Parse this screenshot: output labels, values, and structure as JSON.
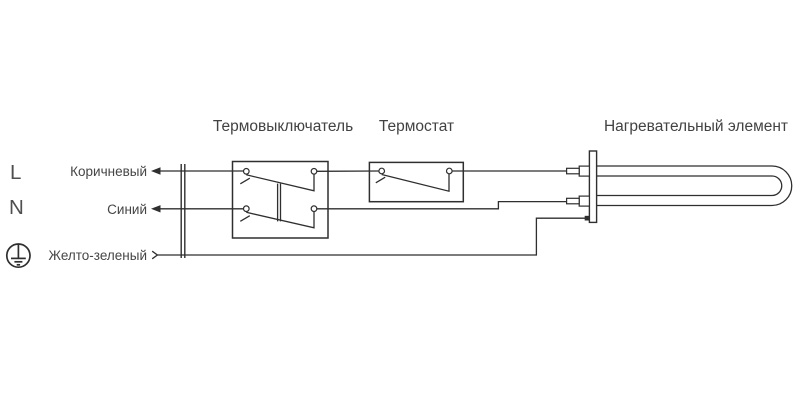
{
  "supply": {
    "line_label": "L",
    "neutral_label": "N"
  },
  "wires": {
    "brown_label": "Коричневый",
    "blue_label": "Синий",
    "earth_label": "Желто-зеленый"
  },
  "components": {
    "thermal_switch_label": "Термовыключатель",
    "thermostat_label": "Термостат",
    "heating_element_label": "Нагревательный элемент"
  },
  "icons": {
    "earth_terminal": "protective-earth-icon",
    "brown_arrow": "left-arrow-icon",
    "blue_arrow": "left-arrow-icon",
    "earth_chevron": "right-chevron-icon"
  },
  "colors": {
    "ink": "#2f2f2f",
    "text": "#464646",
    "background": "#ffffff"
  }
}
